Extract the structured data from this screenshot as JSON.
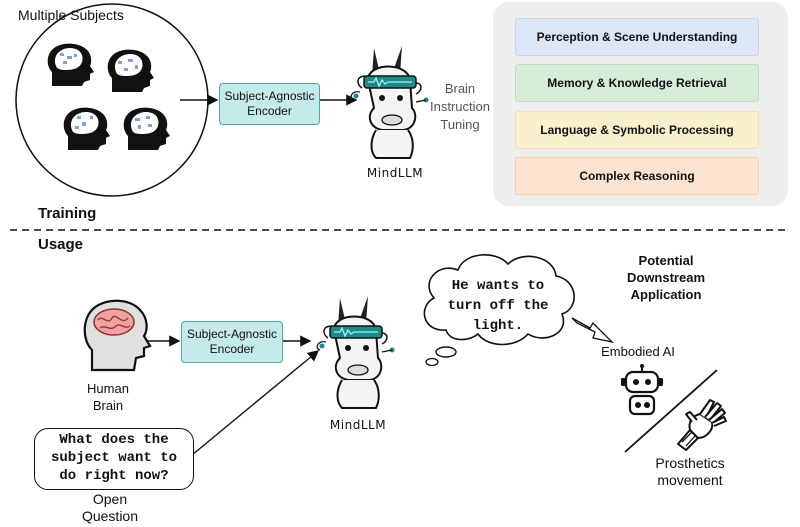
{
  "training": {
    "section_label": "Training",
    "subjects_label": "Multiple Subjects",
    "encoder_label": "Subject-Agnostic Encoder",
    "model_label": "MindLLM",
    "tuning_label": "Brain Instruction Tuning",
    "capabilities": [
      {
        "label": "Perception & Scene Understanding",
        "color": "#dbe6f7",
        "border": "#c3d4ee"
      },
      {
        "label": "Memory & Knowledge Retrieval",
        "color": "#d6ecd8",
        "border": "#bcdcbf"
      },
      {
        "label": "Language & Symbolic Processing",
        "color": "#fbf0cd",
        "border": "#f0e0ad"
      },
      {
        "label": "Complex Reasoning",
        "color": "#fbe3cf",
        "border": "#f2cfb3"
      }
    ]
  },
  "usage": {
    "section_label": "Usage",
    "brain_label": "Human Brain",
    "encoder_label": "Subject-Agnostic Encoder",
    "model_label": "MindLLM",
    "question_text": "What does the subject want to do right now?",
    "question_caption": "Open Question",
    "answer_text": "He wants to turn off the light.",
    "downstream_title": "Potential Downstream Application",
    "app1_label": "Embodied AI",
    "app2_label": "Prosthetics movement"
  }
}
